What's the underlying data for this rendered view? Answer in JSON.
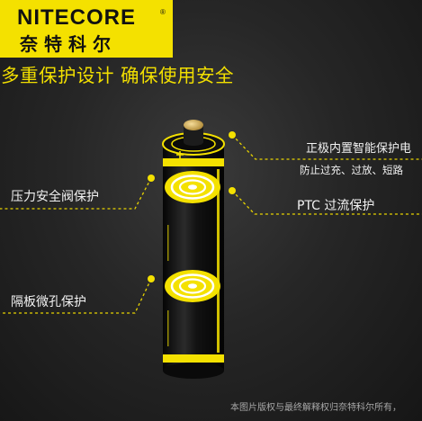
{
  "brand": {
    "name": "NITECORE",
    "registered": "®",
    "name_cn": "奈特科尔"
  },
  "headline": "多重保护设计 确保使用安全",
  "callouts": {
    "positive_title": "正极内置智能保护电",
    "positive_detail": "防止过充、过放、短路",
    "valve": "压力安全阀保护",
    "ptc": "PTC 过流保护",
    "separator": "隔板微孔保护"
  },
  "copyright": "本图片版权与最终解释权归奈特科尔所有，",
  "colors": {
    "accent": "#f4e100",
    "background": "#1e1e1e",
    "text": "#f2f2f2",
    "battery_body": "#0d0d0d"
  },
  "icons": [
    "battery-illustration",
    "target-ring-icon",
    "callout-dot-icon",
    "plus-mark-icon"
  ]
}
